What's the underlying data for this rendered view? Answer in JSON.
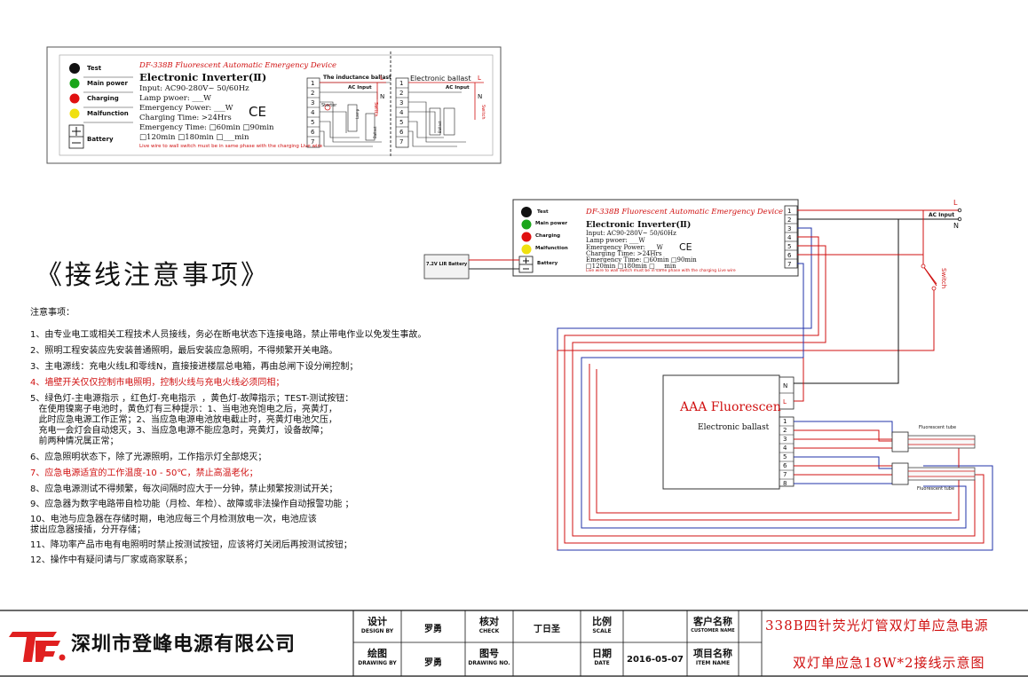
{
  "label_top": {
    "test": "Test",
    "main_power": "Main power",
    "charging": "Charging",
    "malfunction": "Malfunction",
    "battery": "Battery",
    "model": "DF-338B Fluorescent Automatic Emergency Device",
    "product": "Electronic Inverter(Ⅱ)",
    "input": "Input: AC90-280V~ 50/60Hz",
    "lamp_power": "Lamp pwoer: ___W",
    "emergency_power": "Emergency Power: ___W",
    "charging_time": "Charging Time: >24Hrs",
    "ce": "CE",
    "emergency_time": "Emergency Time: □60min □90min",
    "emergency_time2": "□120min □180min □___min",
    "warning": "Live wire to wall switch must be in same phase with the charging  Live wire",
    "inductance_ballast": "The inductance ballast",
    "electronic_ballast": "Electronic ballast",
    "ac_input": "AC Input",
    "starter": "Starter",
    "switch": "Switch",
    "lamp": "Lamp",
    "ballast": "Ballast",
    "l": "L",
    "n": "N"
  },
  "wiring": {
    "battery_label": "7.2V LIR Battery",
    "l": "L",
    "n": "N",
    "ac_input": "AC Input",
    "switch": "Switch",
    "ballast_title": "AAA Fluorescen",
    "ballast_sub": "Electronic ballast",
    "tube1": "Fluorescent tube",
    "tube2": "Fluorescent tube",
    "terminals": [
      "1",
      "2",
      "3",
      "4",
      "5",
      "6",
      "7",
      "8"
    ],
    "ballast_in": [
      "N",
      "L"
    ]
  },
  "notes": {
    "heading": "《接线注意事项》",
    "intro": "注意事项：",
    "items": [
      "1、由专业电工或相关工程技术人员接线，务必在断电状态下连接电路，禁止带电作业以免发生事故。",
      "2、照明工程安装应先安装普通照明，最后安装应急照明，不得频繁开关电路。",
      "3、主电源线：充电火线L和零线N，直接接进楼层总电箱，再由总闸下设分闸控制；",
      "4、墙壁开关仅仅控制市电照明，控制火线与充电火线必须同相；",
      "5、绿色灯-主电源指示 ，红色灯-充电指示  ，黄色灯-故障指示；TEST-测试按钮：",
      "   在使用镍离子电池时，黄色灯有三种提示：1、当电池充饱电之后，亮黄灯，",
      "   此时应急电源工作正常；2、当应急电源电池放电截止时，亮黄灯电池欠压，",
      "   充电一会灯会自动熄灭，3、当应急电源不能应急时，亮黄灯，设备故障；",
      "   前两种情况属正常；",
      "6、应急照明状态下，除了光源照明，工作指示灯全部熄灭；",
      "7、应急电源适宜的工作温度-10 - 50℃，禁止高温老化；",
      "8、应急电源测试不得频繁，每次间隔时应大于一分钟，禁止频繁按测试开关；",
      "9、应急器为数字电路带自检功能（月检、年检）、故障或非法操作自动报警功能 ；",
      "10、电池与应急器在存储时期，电池应每三个月检测放电一次，电池应该",
      "拔出应急器接插，分开存储；",
      "11、降功率产品市电有电照明时禁止按测试按钮，应该将灯关闭后再按测试按钮；",
      "12、操作中有疑问请与厂家或商家联系；"
    ]
  },
  "title_block": {
    "company": "深圳市登峰电源有限公司",
    "design_cn": "设计",
    "design_en": "DESIGN BY",
    "designer": "罗勇",
    "check_cn": "核对",
    "check_en": "CHECK",
    "checker": "丁日圣",
    "scale_cn": "比例",
    "scale_en": "SCALE",
    "customer_cn": "客户名称",
    "customer_en": "CUSTOMER NAME",
    "project_title": "338B四针荧光灯管双灯单应急电源",
    "drawing_cn": "绘图",
    "drawing_en": "DRAWING BY",
    "drawer": "罗勇",
    "drawno_cn": "图号",
    "drawno_en": "DRAWING NO.",
    "date_cn": "日期",
    "date_en": "DATE",
    "date": "2016-05-07",
    "item_cn": "项目名称",
    "item_en": "ITEM NAME",
    "item_title": "双灯单应急18W*2接线示意图"
  }
}
